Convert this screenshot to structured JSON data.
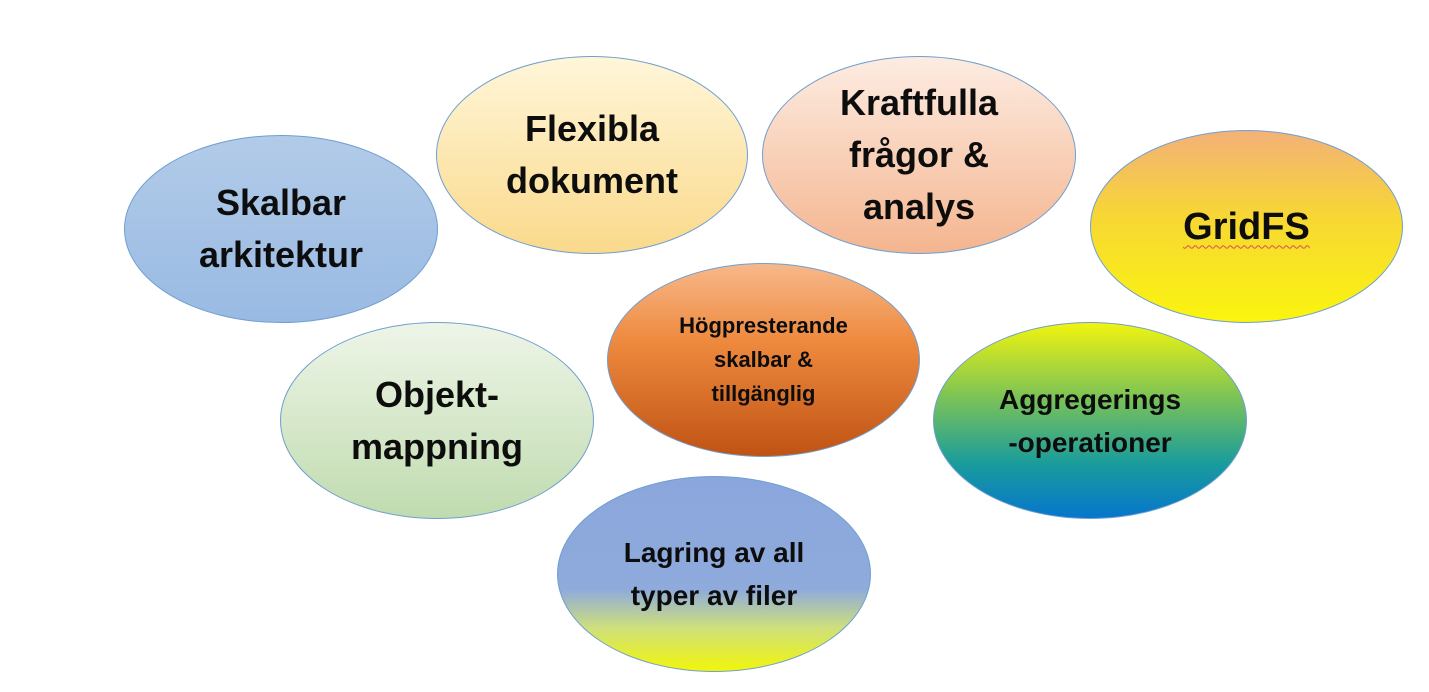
{
  "diagram": {
    "nodes": [
      {
        "id": "skalbar",
        "label": "Skalbar\narkitektur"
      },
      {
        "id": "flexibla",
        "label": "Flexibla\ndokument"
      },
      {
        "id": "kraftfulla",
        "label": "Kraftfulla\nfrågor &\nanalys"
      },
      {
        "id": "gridfs",
        "label": "GridFS"
      },
      {
        "id": "hog",
        "label": "Högpresterande\nskalbar &\ntillgänglig"
      },
      {
        "id": "objekt",
        "label": "Objekt-\nmappning"
      },
      {
        "id": "aggr",
        "label": "Aggregerings\n-operationer"
      },
      {
        "id": "lagring",
        "label": "Lagring av all\ntyper av filer"
      }
    ],
    "colors": {
      "border": "#6f9fd0",
      "text": "#0d0d0d",
      "spellcheck_underline": "#d8504c"
    }
  }
}
